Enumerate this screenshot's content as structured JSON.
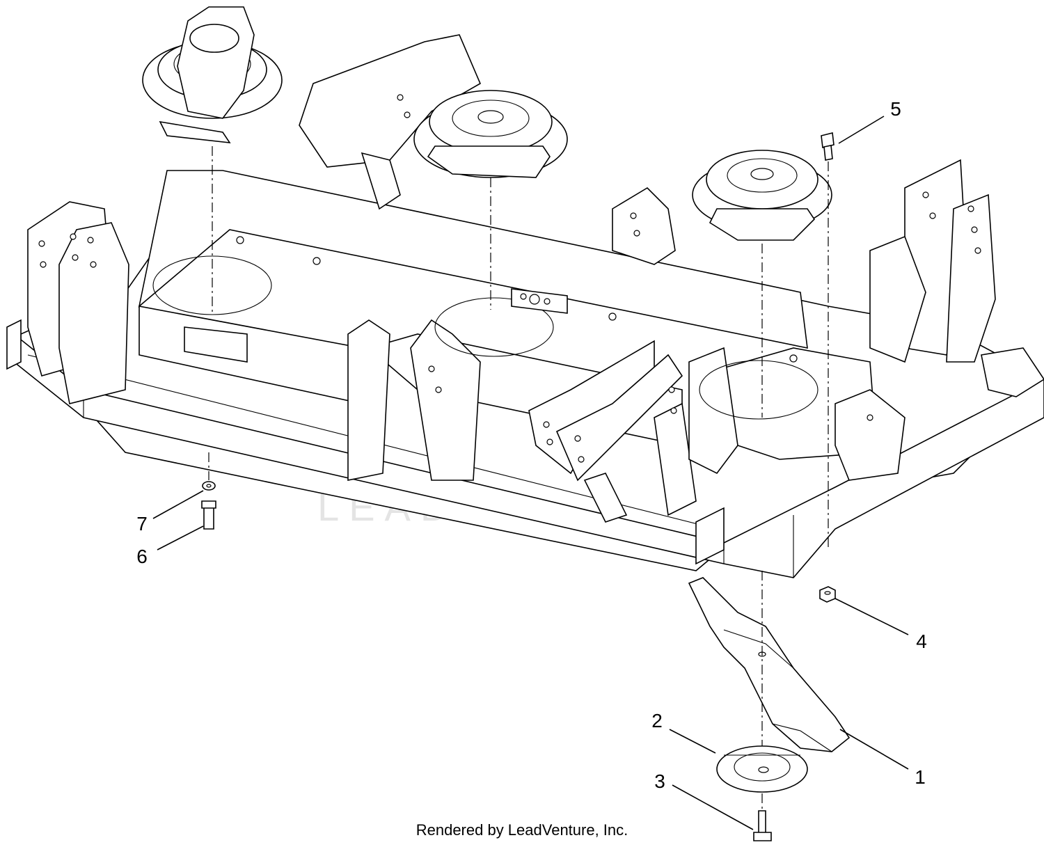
{
  "watermark": {
    "text": "LEADVENTURE"
  },
  "footer": {
    "credit": "Rendered by LeadVenture, Inc."
  },
  "callouts": [
    {
      "id": "1",
      "label": "1"
    },
    {
      "id": "2",
      "label": "2"
    },
    {
      "id": "3",
      "label": "3"
    },
    {
      "id": "4",
      "label": "4"
    },
    {
      "id": "5",
      "label": "5"
    },
    {
      "id": "6",
      "label": "6"
    },
    {
      "id": "7",
      "label": "7"
    }
  ],
  "colors": {
    "line": "#000000",
    "background": "#ffffff",
    "watermark": "#e4e4e4"
  }
}
